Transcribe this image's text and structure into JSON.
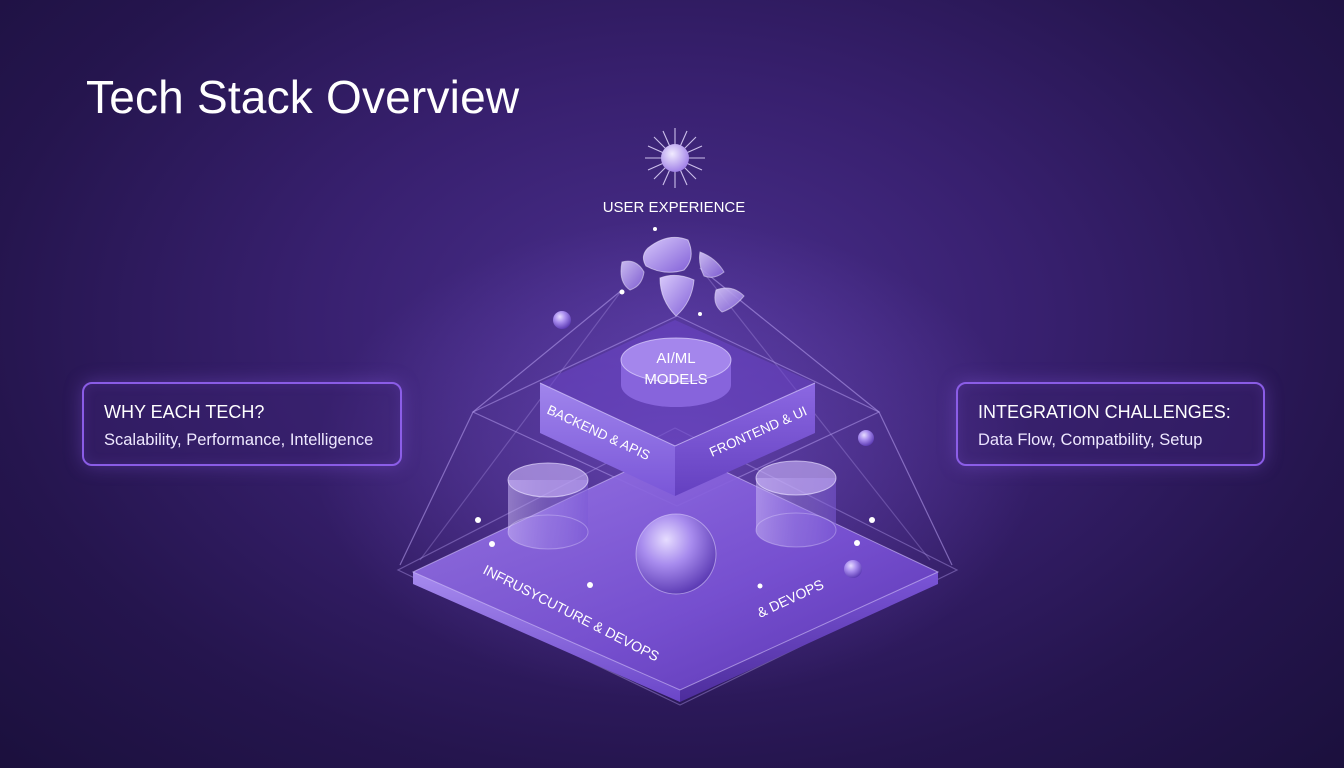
{
  "title": "Tech Stack Overview",
  "left_box": {
    "heading": "WHY EACH TECH?",
    "text": "Scalability, Performance, Intelligence"
  },
  "right_box": {
    "heading": "INTEGRATION CHALLENGES:",
    "text": "Data Flow, Compatbility, Setup"
  },
  "diagram": {
    "top_label": "USER EXPERIENCE",
    "ai_label_line1": "AI/ML",
    "ai_label_line2": "MODELS",
    "backend_label": "BACKEND & APIS",
    "frontend_label": "FRONTEND & UI",
    "infra_label": "INFRUSYCUTURE & DEVOPS",
    "devops_label": "& DEVOPS"
  },
  "colors": {
    "accent": "#8a5ce6",
    "platform": "#8f6ae0",
    "background": "#2d1a5e"
  }
}
